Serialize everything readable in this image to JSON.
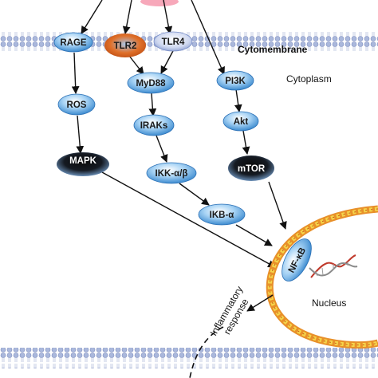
{
  "labels": {
    "cytomembrane": "Cytomembrane",
    "cytoplasm": "Cytoplasm",
    "nucleus": "Nucleus",
    "inflammatory_line1": "Inflammatory",
    "inflammatory_line2": "response"
  },
  "nodes": {
    "rage": "RAGE",
    "tlr2": "TLR2",
    "tlr4": "TLR4",
    "ros": "ROS",
    "myd88": "MyD88",
    "pi3k": "PI3K",
    "iraks": "IRAKs",
    "akt": "Akt",
    "mapk": "MAPK",
    "ikk": "IKK-α/β",
    "mtor": "mTOR",
    "ikb": "IKB-α",
    "nfkb": "NF-κB"
  },
  "colors": {
    "node_blue_light": "#d8ecfb",
    "node_blue": "#3c93d8",
    "tlr2_orange": "#e2661e",
    "membrane_blue": "#9eaed6",
    "nucleus_orange": "#e8902a",
    "nucleus_yellow": "#f2d34a",
    "ligand_pink": "#f7a8ba"
  }
}
